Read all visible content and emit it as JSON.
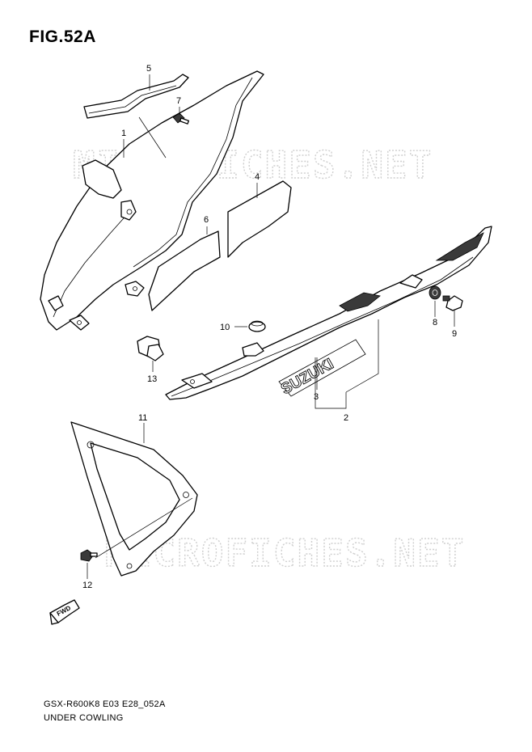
{
  "figure": {
    "title": "FIG.52A",
    "code": "GSX-R600K8 E03 E28_052A",
    "name": "UNDER COWLING"
  },
  "watermark": {
    "text": "MICROFICHES.NET",
    "color": "#cfcfcf"
  },
  "decal_text": "SUZUKI",
  "fwd_label": "FWD",
  "callouts": {
    "c1": "1",
    "c2": "2",
    "c3": "3",
    "c4": "4",
    "c5": "5",
    "c6": "6",
    "c7": "7",
    "c8": "8",
    "c9": "9",
    "c10": "10",
    "c11": "11",
    "c12": "12",
    "c13": "13"
  }
}
